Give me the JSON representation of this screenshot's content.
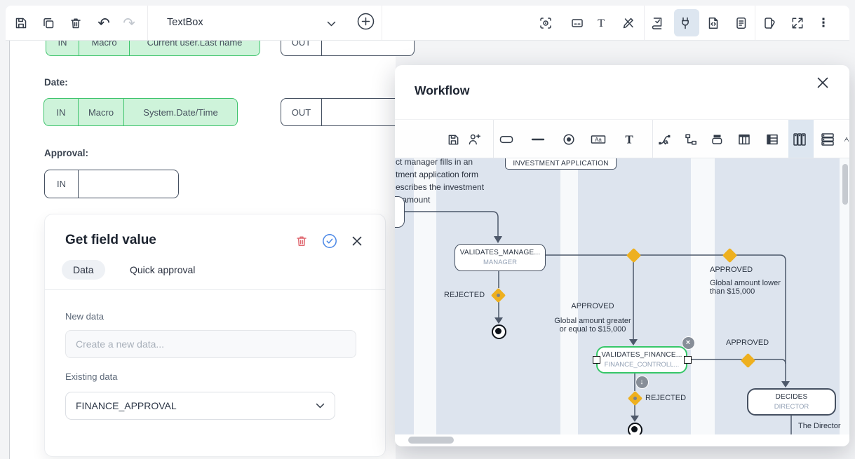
{
  "colors": {
    "green_border": "#3fc46d",
    "green_fill": "#cef3da",
    "diamond": "#eeb01f",
    "edge": "#4d586a",
    "selection_green": "#36c768",
    "danger_red": "#e06a72",
    "accent_blue": "#4a87e6",
    "lane": "#dde4ee"
  },
  "top_toolbar": {
    "left_icons": [
      "save-icon",
      "duplicate-icon",
      "delete-icon",
      "undo-icon",
      "redo-icon"
    ],
    "undo_glyph": "↶",
    "redo_glyph": "↷",
    "element_selector_value": "TextBox",
    "add_button": "+",
    "right_icons": [
      "preview-icon",
      "id-card-icon",
      "text-icon",
      "design-tools-icon",
      "validations-icon",
      "connections-icon",
      "source-code-icon",
      "script-icon",
      "themes-icon",
      "fullscreen-icon",
      "more-icon"
    ],
    "active_tool": "connections",
    "more_glyph": "⋮"
  },
  "form": {
    "row1": {
      "in": "IN",
      "macro": "Macro",
      "value": "Current user.Last name",
      "out": "OUT"
    },
    "date_label": "Date:",
    "row2": {
      "in": "IN",
      "macro": "Macro",
      "value": "System.Date/Time",
      "out": "OUT"
    },
    "approval_label": "Approval:",
    "row3": {
      "in": "IN"
    }
  },
  "panel": {
    "title": "Get field value",
    "icons": [
      "delete-icon",
      "confirm-icon",
      "close-icon"
    ],
    "tabs": [
      {
        "label": "Data",
        "active": true
      },
      {
        "label": "Quick approval",
        "active": false
      }
    ],
    "new_data_label": "New data",
    "new_data_placeholder": "Create a new data...",
    "existing_data_label": "Existing data",
    "existing_data_value": "FINANCE_APPROVAL"
  },
  "workflow": {
    "title": "Workflow",
    "toolbar_icons": [
      "save-icon",
      "add-user-icon",
      "rectangle-icon",
      "line-icon",
      "end-node-icon",
      "textbox-icon",
      "text-icon",
      "connector-icon",
      "org-chart-icon",
      "container-icon",
      "table-columns-icon",
      "table-rows-icon",
      "vertical-lanes-icon",
      "horizontal-lanes-icon"
    ],
    "active_tool": "vertical-lanes",
    "textbox_tool_glyph": "Aa",
    "note_lines": [
      "ct manager fills in an",
      "tment application form",
      "escribes the investment",
      "s amount"
    ],
    "nodes": {
      "application": {
        "title": "INVESTMENT APPLICATION"
      },
      "manager": {
        "title": "VALIDATES_MANAGE...",
        "subtitle": "MANAGER"
      },
      "finance": {
        "title": "VALIDATES_FINANCE...",
        "subtitle": "FINANCE_CONTROLL..."
      },
      "director": {
        "title": "DECIDES",
        "subtitle": "DIRECTOR"
      }
    },
    "labels": {
      "rejected_manager": "REJECTED",
      "approved_greater_title": "APPROVED",
      "approved_greater_line1": "Global amount greater",
      "approved_greater_line2": "or equal to $15,000",
      "approved_lower_title": "APPROVED",
      "approved_lower_line1": "Global amount lower",
      "approved_lower_line2": "than $15,000",
      "approved_finance": "APPROVED",
      "rejected_finance": "REJECTED",
      "director_note": "The Director"
    },
    "badges": {
      "remove": "×",
      "down": "↓"
    }
  }
}
